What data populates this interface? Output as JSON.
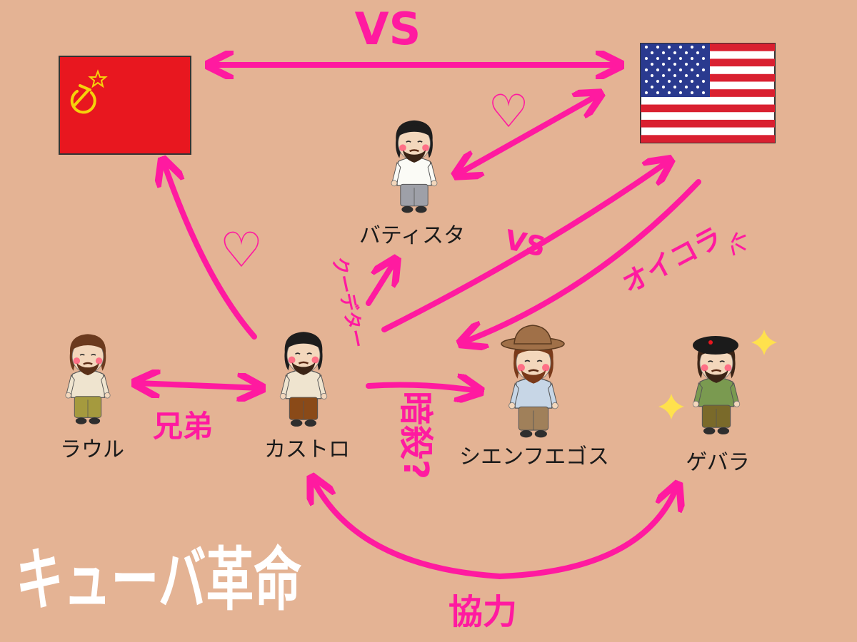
{
  "title": "キューバ革命",
  "colors": {
    "background": "#e4b394",
    "arrow": "#ff1aa0",
    "title": "#ffffff",
    "sparkle": "#ffe14d"
  },
  "nodes": {
    "ussr": {
      "icon": "soviet-flag-icon"
    },
    "usa": {
      "icon": "us-flag-icon"
    },
    "batista": {
      "label": "バティスタ",
      "icon": "batista-figure-icon"
    },
    "raul": {
      "label": "ラウル",
      "icon": "raul-figure-icon"
    },
    "castro": {
      "label": "カストロ",
      "icon": "castro-figure-icon"
    },
    "cienfuegos": {
      "label": "シエンフエゴス",
      "icon": "cienfuegos-figure-icon"
    },
    "guevara": {
      "label": "ゲバラ",
      "icon": "guevara-figure-icon"
    }
  },
  "edges": {
    "ussr_usa": {
      "label": "VS"
    },
    "batista_usa": {
      "label": "♡"
    },
    "castro_ussr": {
      "label": "♡"
    },
    "castro_batista": {
      "label": "クーデター"
    },
    "castro_usa": {
      "label": "VS"
    },
    "usa_cienfuegos": {
      "label": "オイコラ"
    },
    "raul_castro": {
      "label": "兄弟"
    },
    "castro_cienfuegos": {
      "label": "暗殺?"
    },
    "castro_guevara": {
      "label": "協力"
    }
  }
}
